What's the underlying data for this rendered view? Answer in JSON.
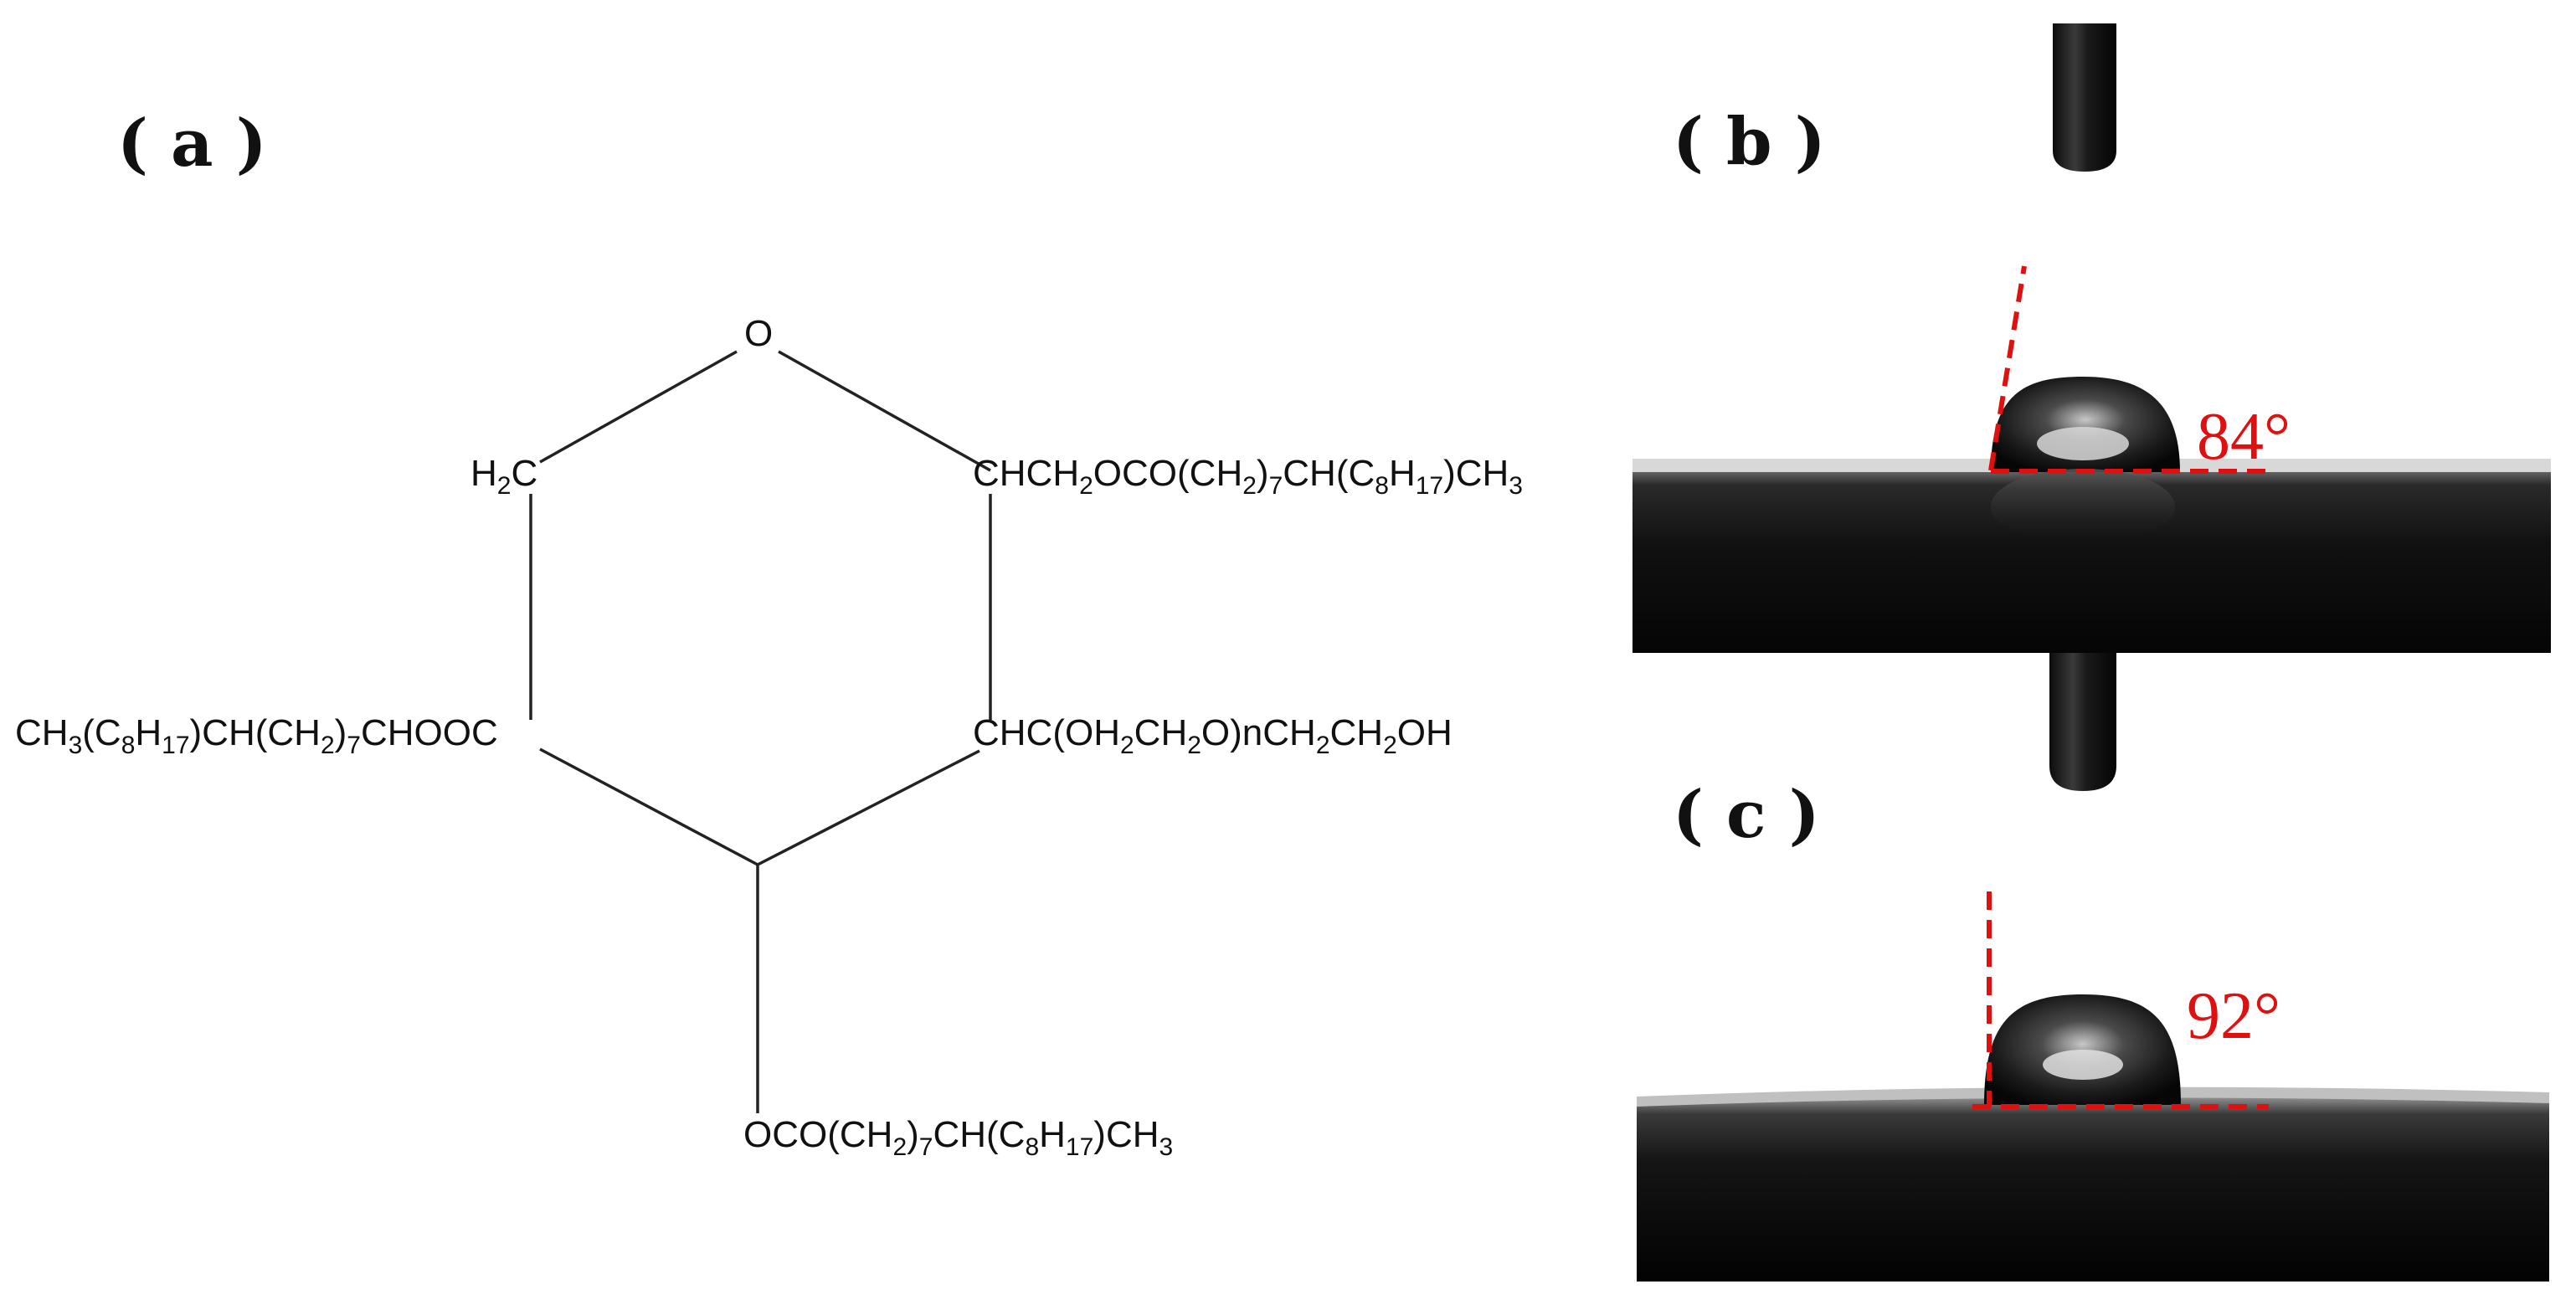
{
  "panels": {
    "a": {
      "label": "( a )"
    },
    "b": {
      "label": "( b )",
      "angle": "84°",
      "angle_deg": 84
    },
    "c": {
      "label": "( c )",
      "angle": "92°",
      "angle_deg": 92
    }
  },
  "molecule": {
    "ring_oxygen": "O",
    "left_top": {
      "main": "H",
      "sub": "2",
      "tail": "C"
    },
    "right_top": [
      "CHCH",
      {
        "s": "2"
      },
      "OCO(CH",
      {
        "s": "2"
      },
      ")",
      {
        "s": "7"
      },
      "CH(C",
      {
        "s": "8"
      },
      "H",
      {
        "s": "17"
      },
      ")CH",
      {
        "s": "3"
      }
    ],
    "left_mid": [
      "CH",
      {
        "s": "3"
      },
      "(C",
      {
        "s": "8"
      },
      "H",
      {
        "s": "17"
      },
      ")CH(CH",
      {
        "s": "2"
      },
      ")",
      {
        "s": "7"
      },
      "CHOOC"
    ],
    "right_mid": [
      "CHC(OH",
      {
        "s": "2"
      },
      "CH",
      {
        "s": "2"
      },
      "O)nCH",
      {
        "s": "2"
      },
      "CH",
      {
        "s": "2"
      },
      "OH"
    ],
    "bottom": [
      "OCO(CH",
      {
        "s": "2"
      },
      ")",
      {
        "s": "7"
      },
      "CH(C",
      {
        "s": "8"
      },
      "H",
      {
        "s": "17"
      },
      ")CH",
      {
        "s": "3"
      }
    ]
  },
  "colors": {
    "annotation": "#e01010",
    "substrate": "#0a0a0a",
    "line": "#222222"
  },
  "icons": {
    "needle": "syringe-needle-icon",
    "droplet": "water-droplet-icon"
  }
}
